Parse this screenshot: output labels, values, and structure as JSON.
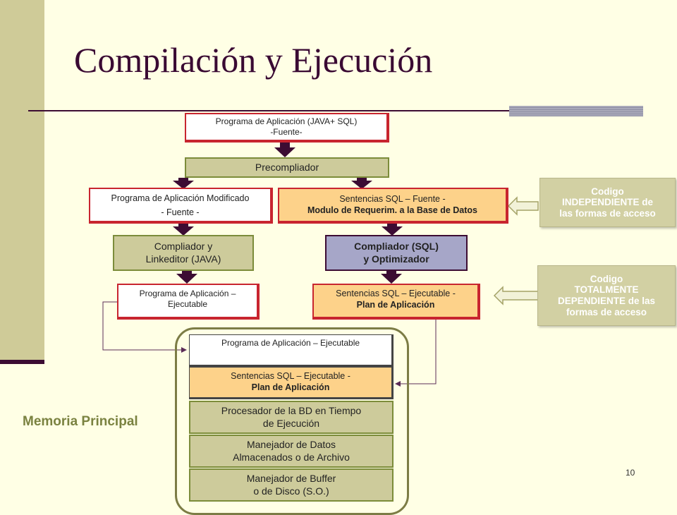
{
  "title": "Compilación y Ejecución",
  "boxes": {
    "source_program_l1": "Programa  de Aplicación  (JAVA+ SQL)",
    "source_program_l2": "-Fuente-",
    "precompiler": "Precompliador",
    "modified_program_l1": "Programa de Aplicación Modificado",
    "modified_program_l2": "- Fuente -",
    "sql_source_l1": "Sentencias SQL – Fuente -",
    "sql_source_l2": "Modulo de Requerim. a la Base de Datos",
    "java_compiler_l1": "Compliador  y",
    "java_compiler_l2": "Linkeditor  (JAVA)",
    "sql_compiler_l1": "Compliador  (SQL)",
    "sql_compiler_l2": "y Optimizador",
    "exec_program_l1": "Programa de Aplicación –",
    "exec_program_l2": "Ejecutable",
    "sql_exec_l1": "Sentencias SQL – Ejecutable -",
    "sql_exec_l2": "Plan de Aplicación"
  },
  "memory": {
    "label": "Memoria Principal",
    "program": "Programa de Aplicación – Ejecutable",
    "sql_l1": "Sentencias SQL – Ejecutable -",
    "sql_l2": "Plan de Aplicación",
    "processor_l1": "Procesador  de la BD en Tiempo",
    "processor_l2": "de Ejecución",
    "data_manager_l1": "Manejador  de Datos",
    "data_manager_l2": "Almacenados  o de Archivo",
    "buffer_manager_l1": "Manejador  de Buffer",
    "buffer_manager_l2": "o de Disco (S.O.)"
  },
  "notes": {
    "independent_l1": "Codigo",
    "independent_l2": "INDEPENDIENTE  de",
    "independent_l3": "las formas de acceso",
    "dependent_l1": "Codigo",
    "dependent_l2": "TOTALMENTE",
    "dependent_l3": "DEPENDIENTE  de las",
    "dependent_l4": "formas de acceso"
  },
  "page_number": "10"
}
